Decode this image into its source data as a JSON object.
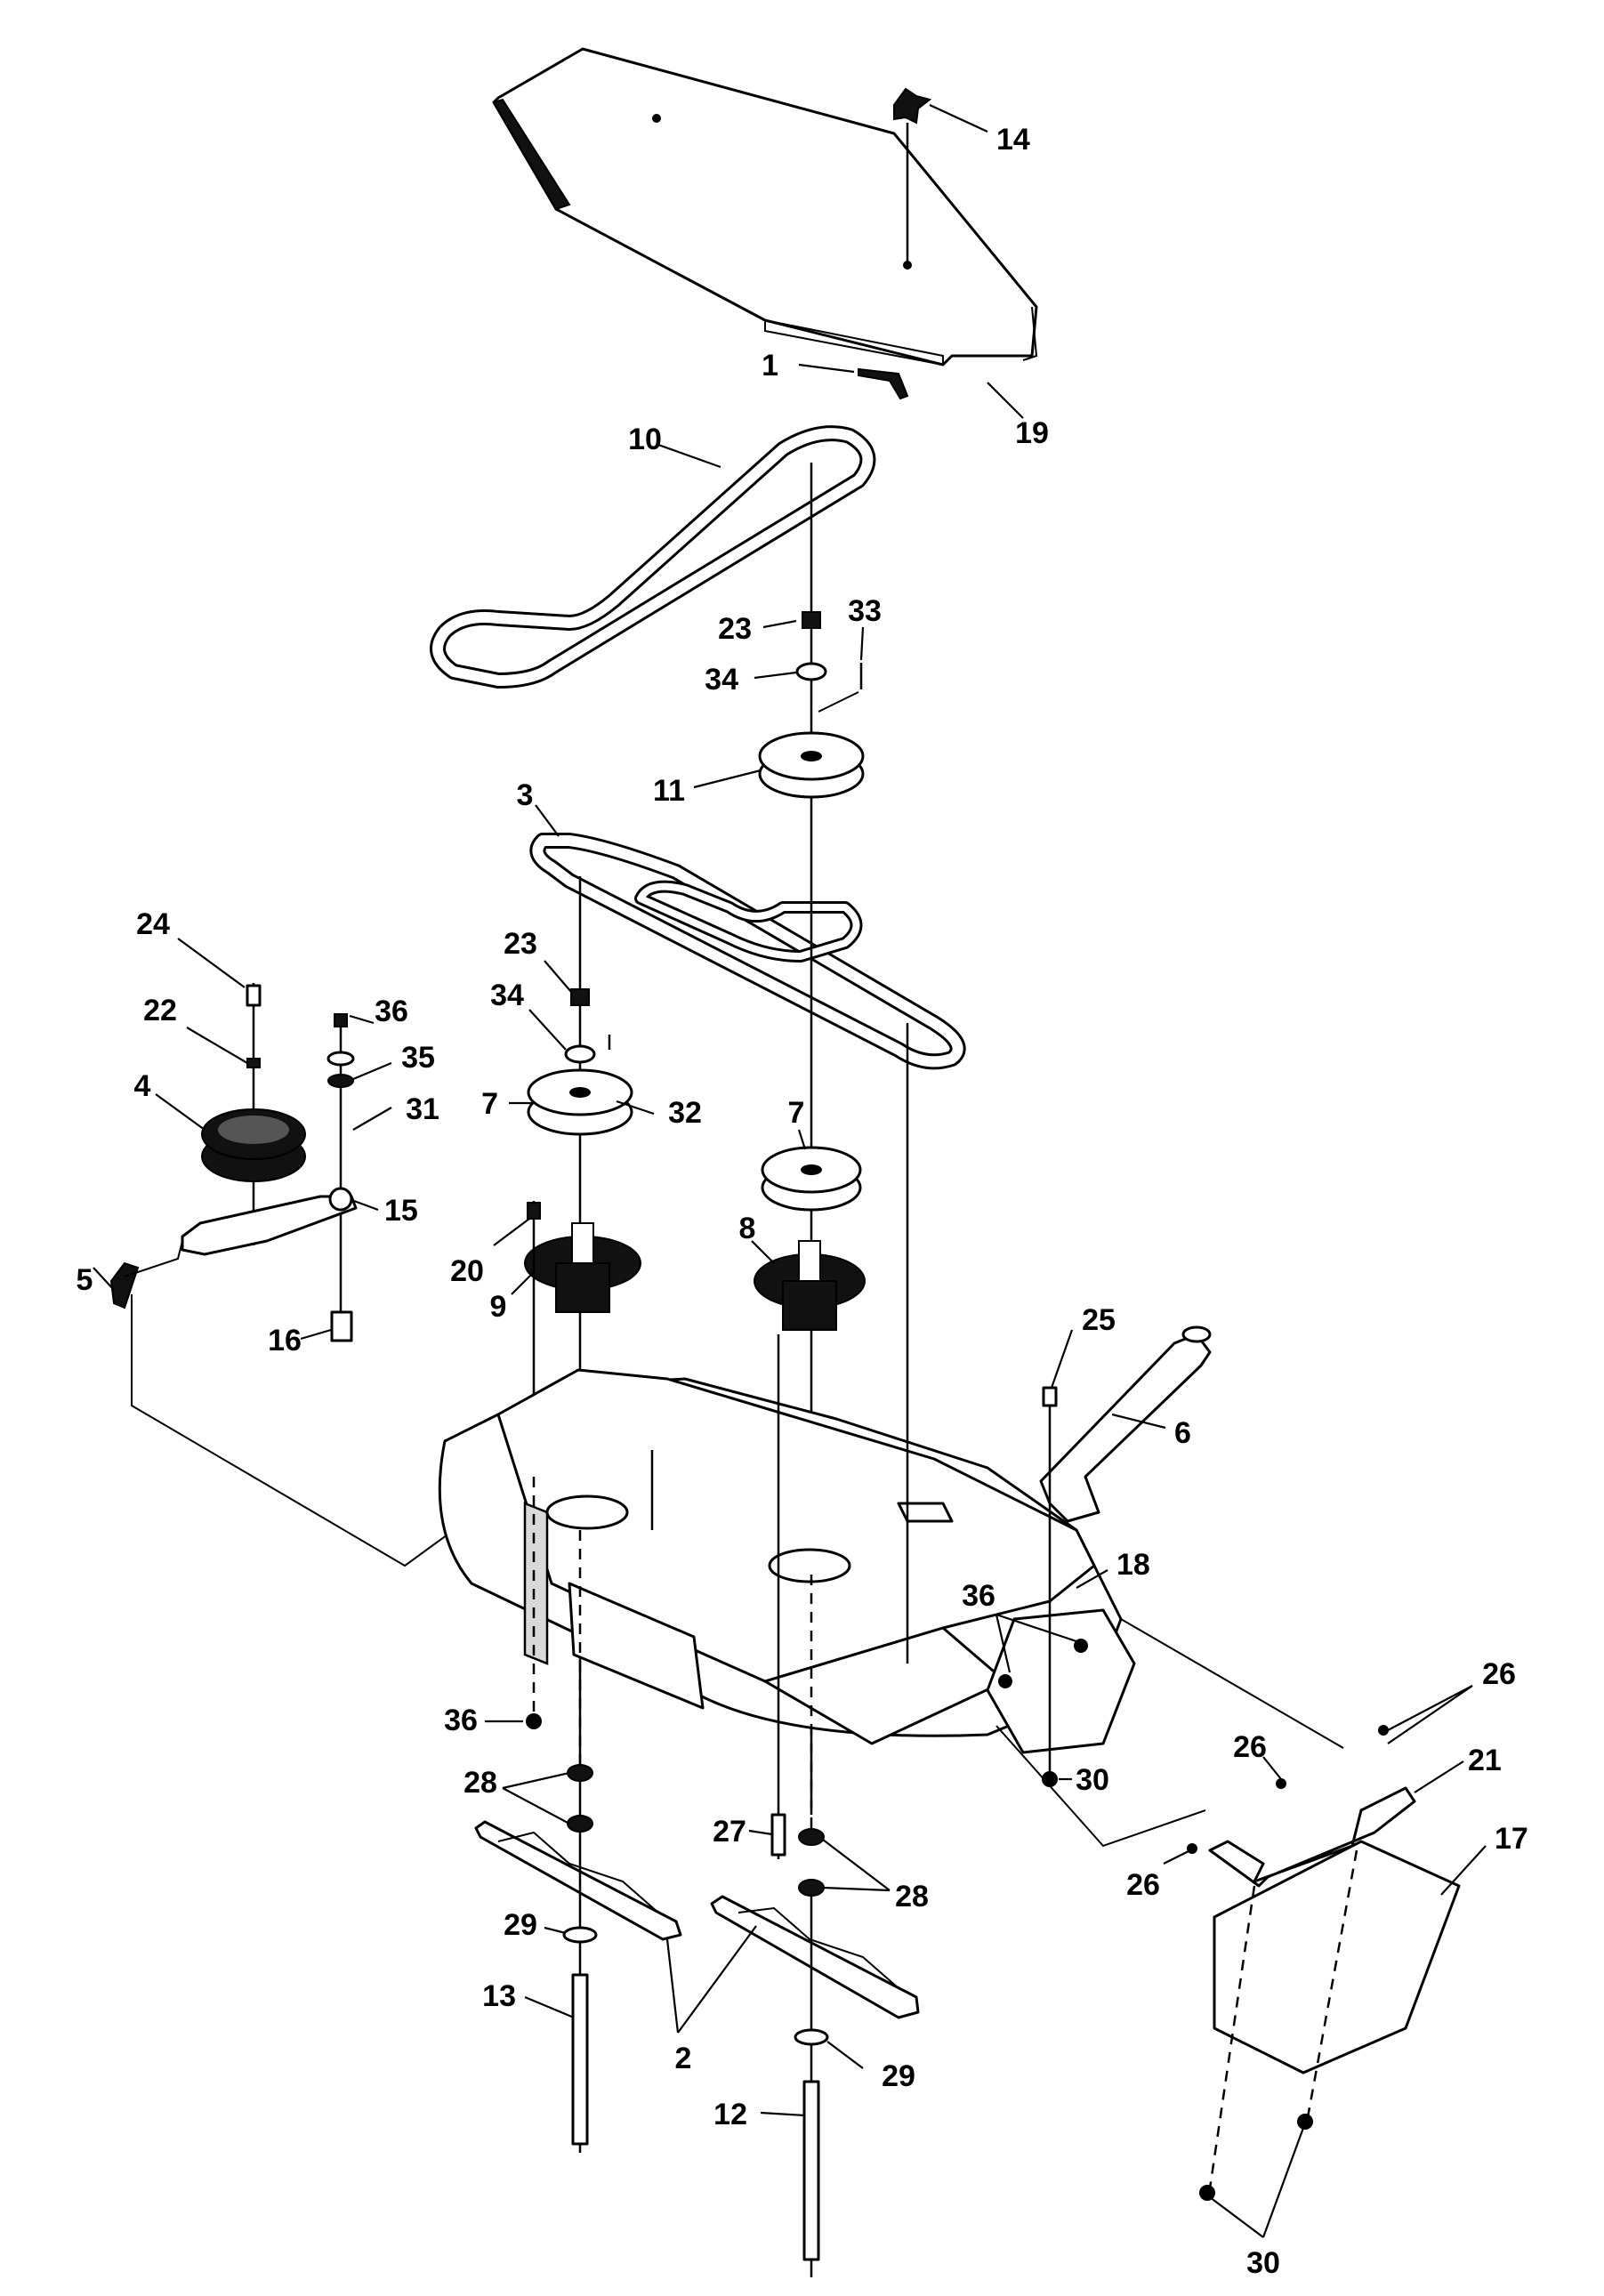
{
  "figure": {
    "callouts": [
      {
        "id": "c1",
        "text": "1"
      },
      {
        "id": "c2",
        "text": "2"
      },
      {
        "id": "c3",
        "text": "3"
      },
      {
        "id": "c4",
        "text": "4"
      },
      {
        "id": "c5",
        "text": "5"
      },
      {
        "id": "c6",
        "text": "6"
      },
      {
        "id": "c7a",
        "text": "7"
      },
      {
        "id": "c7b",
        "text": "7"
      },
      {
        "id": "c8",
        "text": "8"
      },
      {
        "id": "c9",
        "text": "9"
      },
      {
        "id": "c10",
        "text": "10"
      },
      {
        "id": "c11",
        "text": "11"
      },
      {
        "id": "c12",
        "text": "12"
      },
      {
        "id": "c13",
        "text": "13"
      },
      {
        "id": "c14",
        "text": "14"
      },
      {
        "id": "c15",
        "text": "15"
      },
      {
        "id": "c16",
        "text": "16"
      },
      {
        "id": "c17",
        "text": "17"
      },
      {
        "id": "c18",
        "text": "18"
      },
      {
        "id": "c19",
        "text": "19"
      },
      {
        "id": "c20",
        "text": "20"
      },
      {
        "id": "c21",
        "text": "21"
      },
      {
        "id": "c22",
        "text": "22"
      },
      {
        "id": "c23a",
        "text": "23"
      },
      {
        "id": "c23b",
        "text": "23"
      },
      {
        "id": "c24",
        "text": "24"
      },
      {
        "id": "c25",
        "text": "25"
      },
      {
        "id": "c26a",
        "text": "26"
      },
      {
        "id": "c26b",
        "text": "26"
      },
      {
        "id": "c26c",
        "text": "26"
      },
      {
        "id": "c27",
        "text": "27"
      },
      {
        "id": "c28a",
        "text": "28"
      },
      {
        "id": "c28b",
        "text": "28"
      },
      {
        "id": "c29a",
        "text": "29"
      },
      {
        "id": "c29b",
        "text": "29"
      },
      {
        "id": "c30a",
        "text": "30"
      },
      {
        "id": "c30b",
        "text": "30"
      },
      {
        "id": "c31",
        "text": "31"
      },
      {
        "id": "c32",
        "text": "32"
      },
      {
        "id": "c33",
        "text": "33"
      },
      {
        "id": "c34a",
        "text": "34"
      },
      {
        "id": "c34b",
        "text": "34"
      },
      {
        "id": "c35",
        "text": "35"
      },
      {
        "id": "c36a",
        "text": "36"
      },
      {
        "id": "c36b",
        "text": "36"
      },
      {
        "id": "c36c",
        "text": "36"
      }
    ]
  }
}
